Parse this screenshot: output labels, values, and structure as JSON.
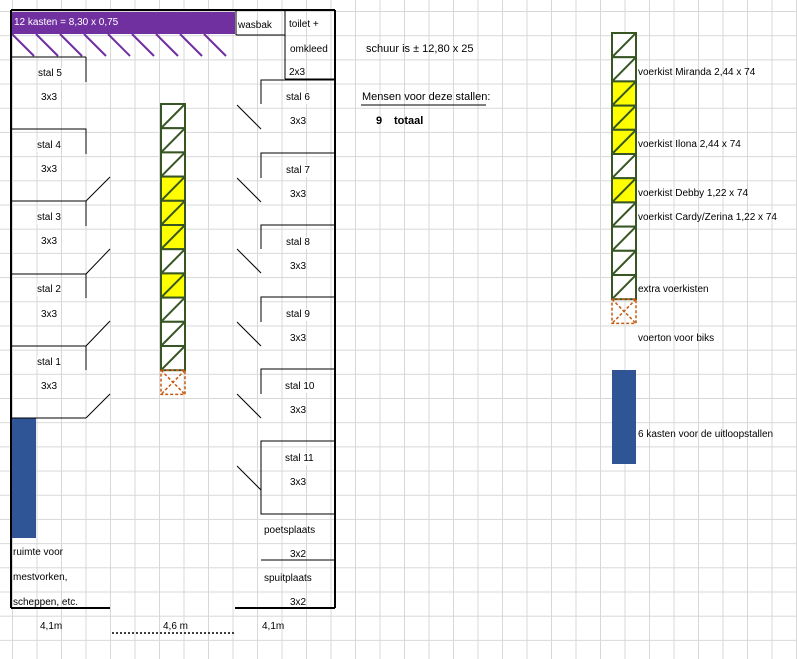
{
  "header": {
    "kasten": "12 kasten = 8,30 x 0,75",
    "wasbak": "wasbak",
    "toilet": "toilet +",
    "omkleed": "omkleed",
    "toilet_size": "2x3"
  },
  "left_stalls": [
    {
      "label": "stal 5",
      "size": "3x3"
    },
    {
      "label": "stal 4",
      "size": "3x3"
    },
    {
      "label": "stal 3",
      "size": "3x3"
    },
    {
      "label": "stal 2",
      "size": "3x3"
    },
    {
      "label": "stal 1",
      "size": "3x3"
    }
  ],
  "right_stalls": [
    {
      "label": "stal 6",
      "size": "3x3"
    },
    {
      "label": "stal 7",
      "size": "3x3"
    },
    {
      "label": "stal 8",
      "size": "3x3"
    },
    {
      "label": "stal 9",
      "size": "3x3"
    },
    {
      "label": "stal 10",
      "size": "3x3"
    },
    {
      "label": "stal 11",
      "size": "3x3"
    }
  ],
  "poetsplaats": {
    "label": "poetsplaats",
    "size": "3x2"
  },
  "spuitplaats": {
    "label": "spuitplaats",
    "size": "3x2"
  },
  "storage": {
    "line1": "ruimte voor",
    "line2": "mestvorken,",
    "line3": "scheppen, etc."
  },
  "dimensions": {
    "left": "4,1m",
    "middle": "4,6 m",
    "right": "4,1m"
  },
  "info": {
    "schuur": "schuur is ± 12,80 x 25",
    "mensen": "Mensen voor deze stallen:",
    "count": "9",
    "totaal": "totaal"
  },
  "legend": {
    "miranda": "voerkist Miranda 2,44 x 74",
    "ilona": "voerkist Ilona  2,44 x 74",
    "debby": "voerkist Debby 1,22 x 74",
    "cardy": "voerkist Cardy/Zerina 1,22 x 74",
    "extra": "extra voerkisten",
    "voerton": "voerton voor biks",
    "kasten": "6 kasten voor de uitloopstallen"
  },
  "colors": {
    "purple": "#7030a0",
    "yellow": "#ffff00",
    "green": "#375623",
    "blue": "#2f5597",
    "brown": "#c55a11"
  },
  "middle_column": [
    "white",
    "white",
    "white",
    "yellow",
    "yellow",
    "yellow",
    "white",
    "yellow",
    "white",
    "white",
    "white",
    "cross"
  ],
  "legend_column": [
    "white",
    "white",
    "yellow",
    "yellow",
    "yellow",
    "white",
    "yellow",
    "white",
    "white",
    "white",
    "white",
    "cross"
  ]
}
